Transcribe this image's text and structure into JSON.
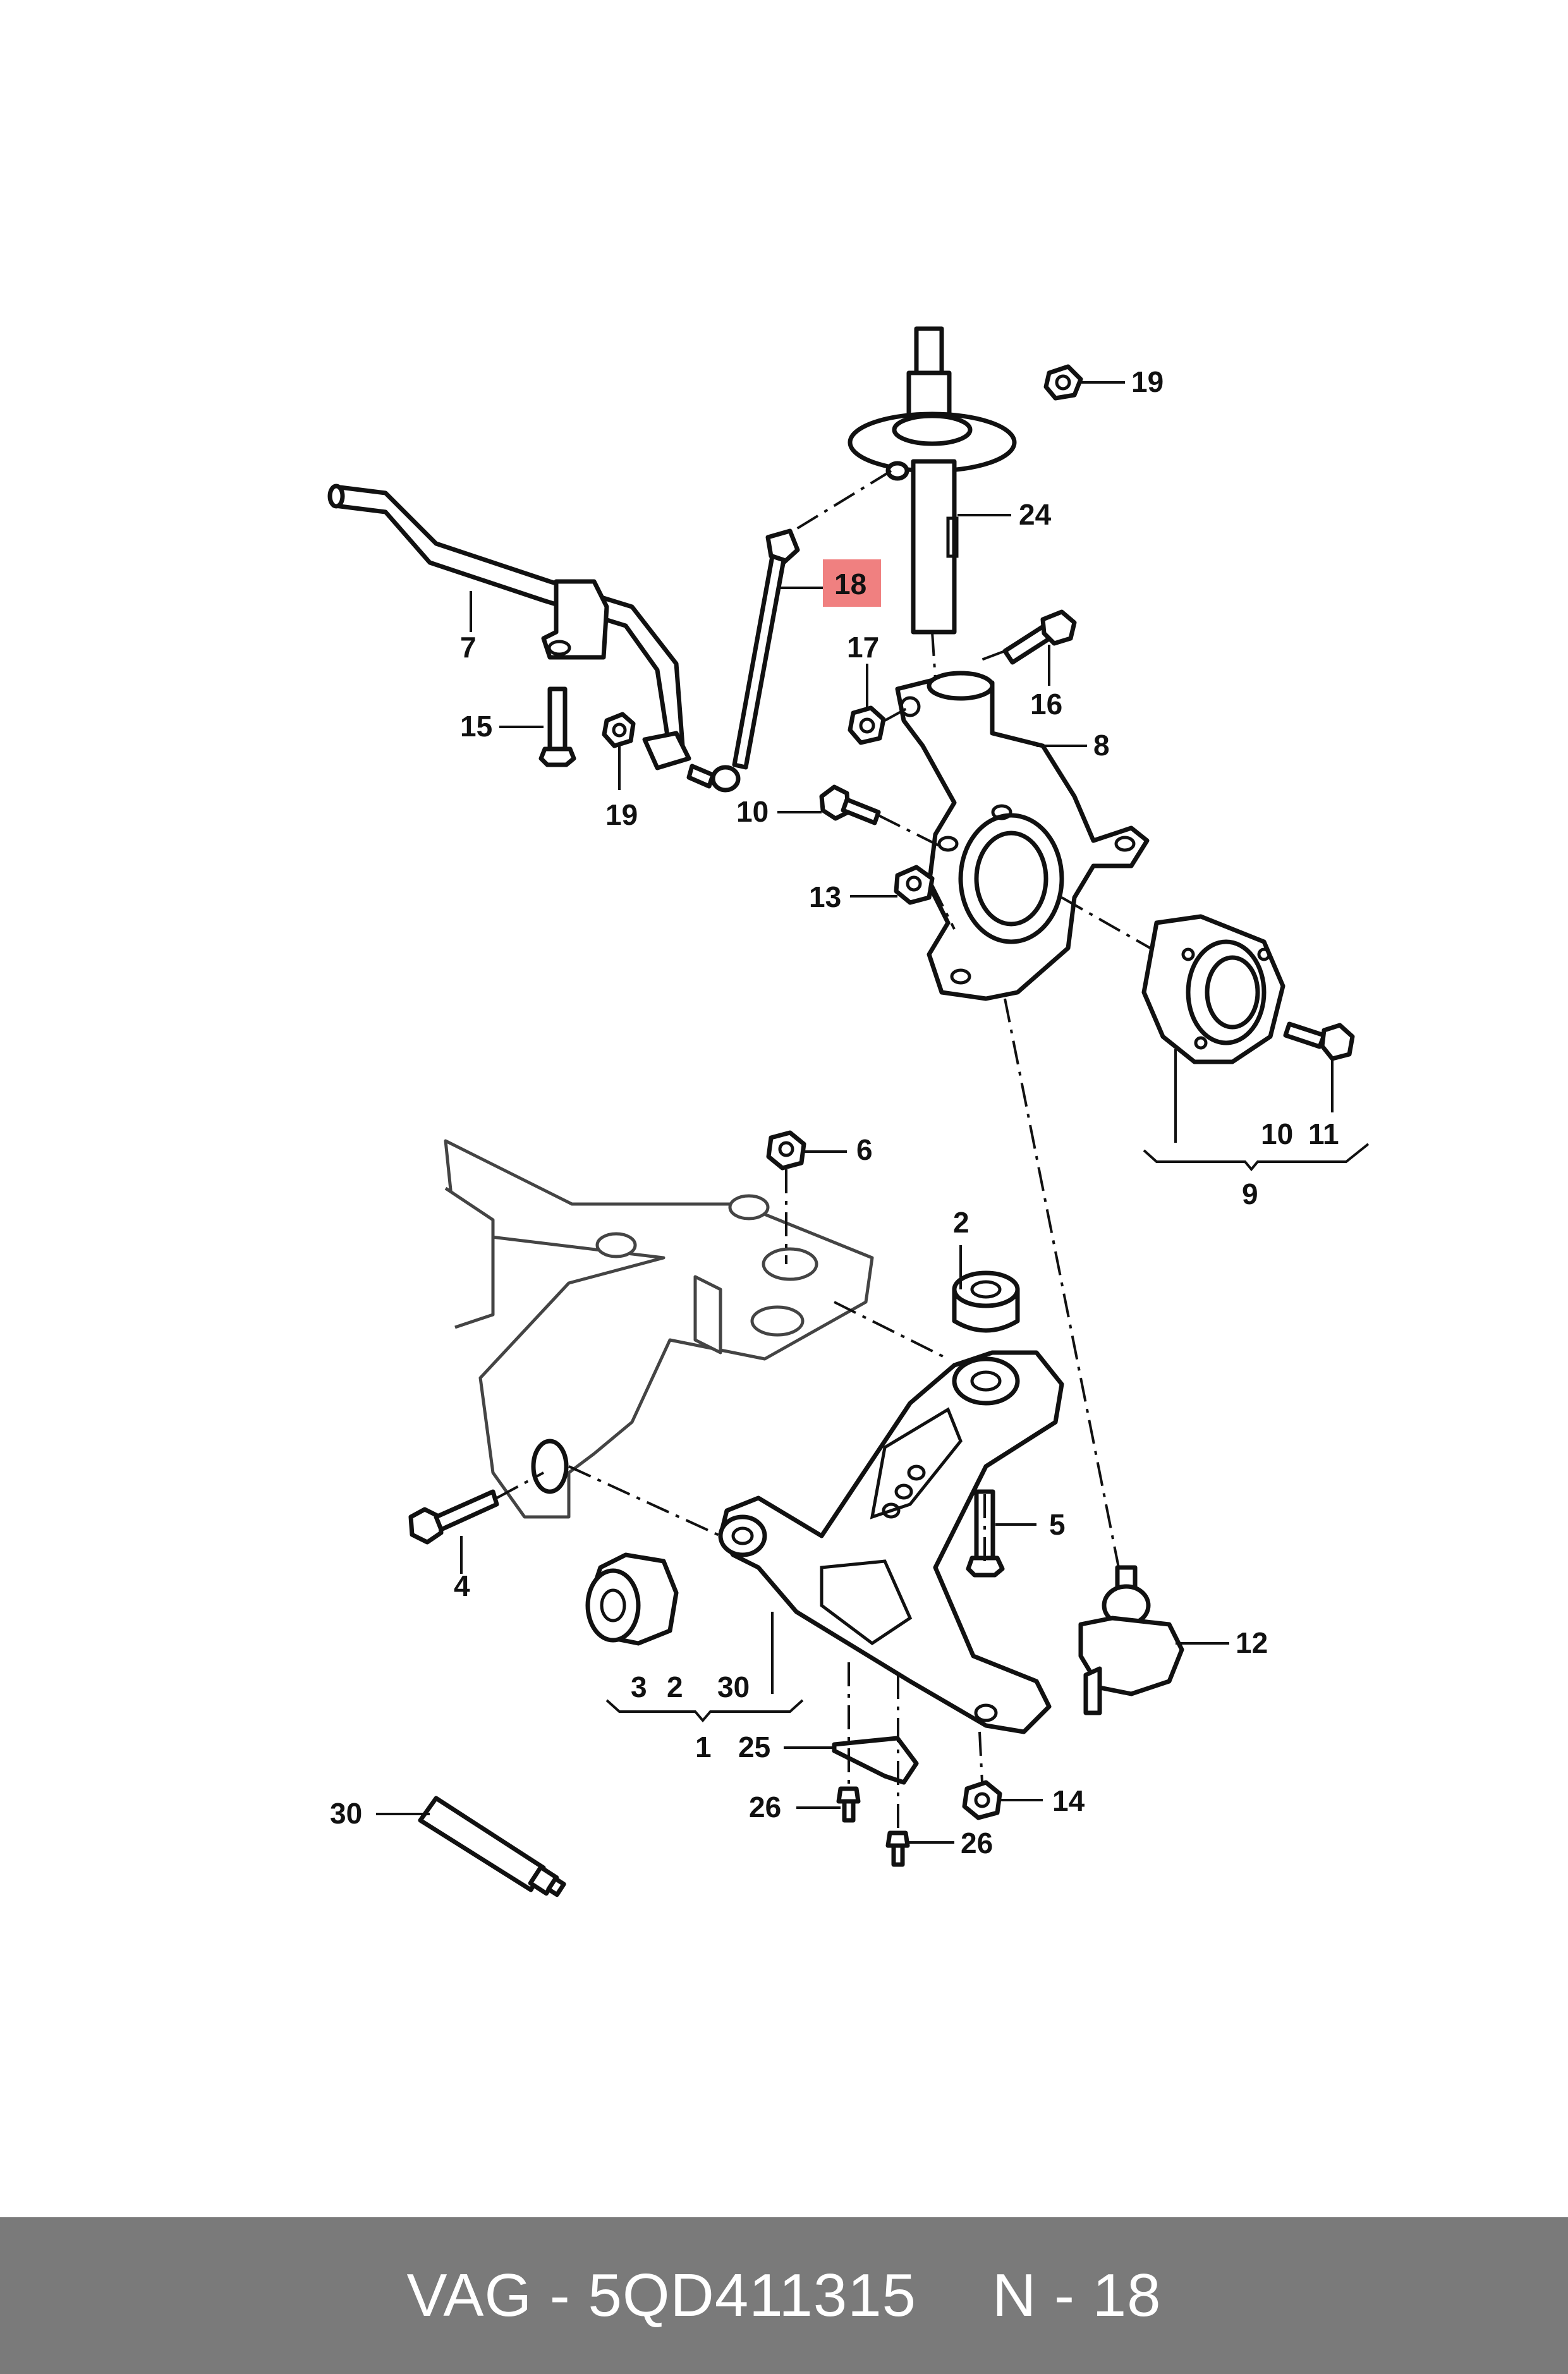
{
  "diagram": {
    "highlight_color": "#f08080",
    "callouts": {
      "c19a": "19",
      "c24": "24",
      "c18": "18",
      "c7": "7",
      "c17": "17",
      "c16": "16",
      "c8": "8",
      "c15": "15",
      "c19b": "19",
      "c10a": "10",
      "c13": "13",
      "c10b": "10",
      "c11": "11",
      "c9": "9",
      "c6": "6",
      "c2a": "2",
      "c5": "5",
      "c4": "4",
      "c12": "12",
      "c3": "3",
      "c2b": "2",
      "c30a": "30",
      "c1": "1",
      "c25": "25",
      "c14": "14",
      "c26a": "26",
      "c26b": "26",
      "c30b": "30"
    }
  },
  "footer": {
    "brand_part": "VAG - 5QD411315",
    "position": "N - 18"
  }
}
